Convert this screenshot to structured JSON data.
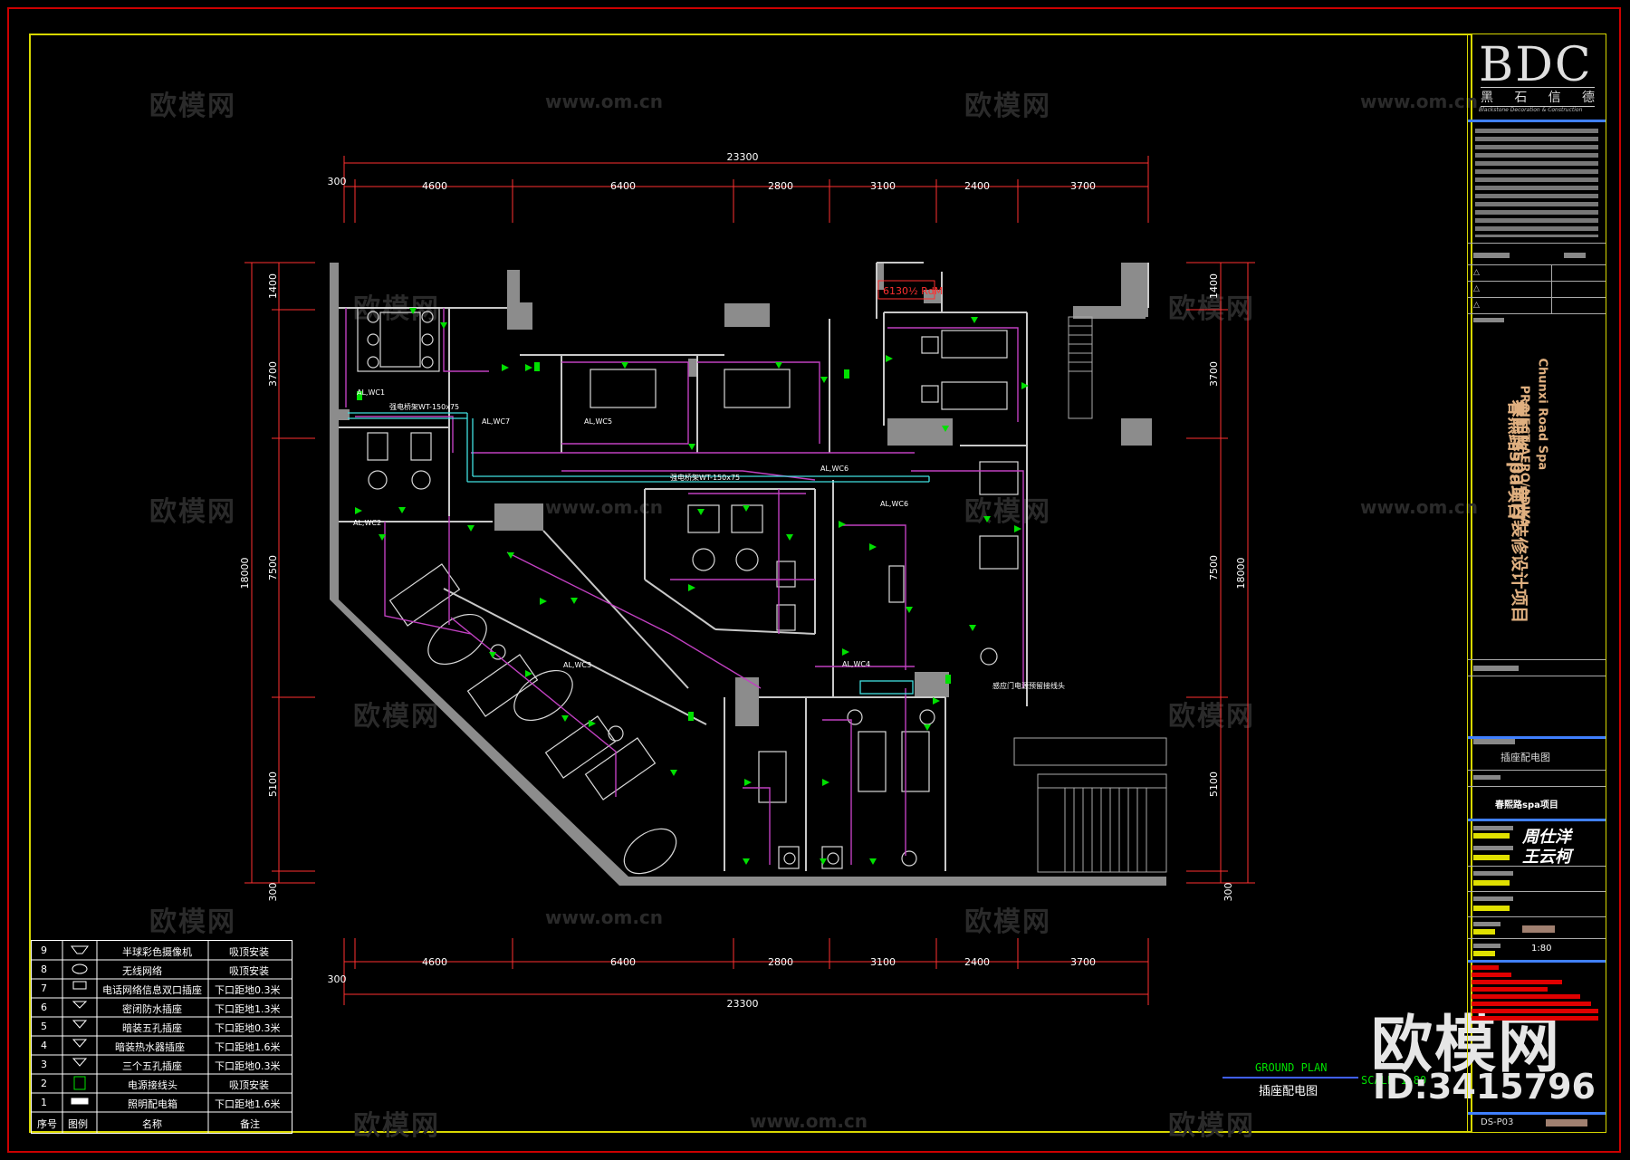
{
  "dimensions": {
    "top": {
      "total": "23300",
      "offset": "300",
      "segments": [
        "4600",
        "6400",
        "2800",
        "3100",
        "2400",
        "3700"
      ]
    },
    "bottom": {
      "total": "23300",
      "offset": "300",
      "segments": [
        "4600",
        "6400",
        "2800",
        "3100",
        "2400",
        "3700"
      ]
    },
    "left": {
      "total": "18000",
      "segments": [
        "1400",
        "3700",
        "7500",
        "5100",
        "300"
      ]
    },
    "right": {
      "total": "18000",
      "segments": [
        "1400",
        "3700",
        "7500",
        "5100",
        "300"
      ]
    }
  },
  "plan_labels": {
    "room_label": "6130½ RdM",
    "main_cable": "强电桥架WT-150x75",
    "main_cable_lower": "强电桥架WT-150x75",
    "circuits": [
      "AL,WC1",
      "AL,WC7",
      "AL,WC5",
      "AL,WC6",
      "AL,WC6",
      "AL,WC2",
      "AL,WC3",
      "AL,WC4"
    ],
    "door_note": "感应门电源预留接线头"
  },
  "legend": {
    "headers": {
      "no": "序号",
      "icon": "图例",
      "name": "名称",
      "note": "备注"
    },
    "rows": [
      {
        "no": "9",
        "name": "半球彩色摄像机",
        "note": "吸顶安装"
      },
      {
        "no": "8",
        "name": "无线网络",
        "note": "吸顶安装"
      },
      {
        "no": "7",
        "name": "电话网络信息双口插座",
        "note": "下口距地0.3米"
      },
      {
        "no": "6",
        "name": "密闭防水插座",
        "note": "下口距地1.3米"
      },
      {
        "no": "5",
        "name": "暗装五孔插座",
        "note": "下口距地0.3米"
      },
      {
        "no": "4",
        "name": "暗装热水器插座",
        "note": "下口距地1.6米"
      },
      {
        "no": "3",
        "name": "三个五孔插座",
        "note": "下口距地0.3米"
      },
      {
        "no": "2",
        "name": "电源接线头",
        "note": "吸顶安装"
      },
      {
        "no": "1",
        "name": "照明配电箱",
        "note": "下口距地1.6米"
      }
    ]
  },
  "drawing_title": {
    "en": "GROUND PLAN",
    "cn": "插座配电图",
    "scale": "SCALE 1:80"
  },
  "watermarks": {
    "brand": "欧模网",
    "url": "www.om.cn",
    "big_brand": "欧模网",
    "id": "ID:3415796"
  },
  "title_block": {
    "logo": "BDC",
    "logo_cn": [
      "黑",
      "石",
      "信",
      "德"
    ],
    "logo_sub": "Blackstone Decoration & Construction",
    "project_en_1": "Chunxi Road Spa",
    "project_en_2": "PROJECT AERO/ADIYA",
    "project_cn_1": "春熙路spa室内装修设计项目",
    "project_cn_2": "春熙路spa项目",
    "sheet_name": "插座配电图",
    "project_short": "春熙路spa项目",
    "signatures": [
      "周仕洋",
      "王云柯"
    ],
    "scale": "1:80",
    "sheet_no": "DS-P03"
  },
  "colors": {
    "wall": "#8c8c8c",
    "wire": "#c040c0",
    "outlet": "#00e000",
    "dimension": "#ff3030",
    "furniture": "#d8d8d8",
    "cyan": "#40e0e0",
    "frame": "#d8d800"
  }
}
